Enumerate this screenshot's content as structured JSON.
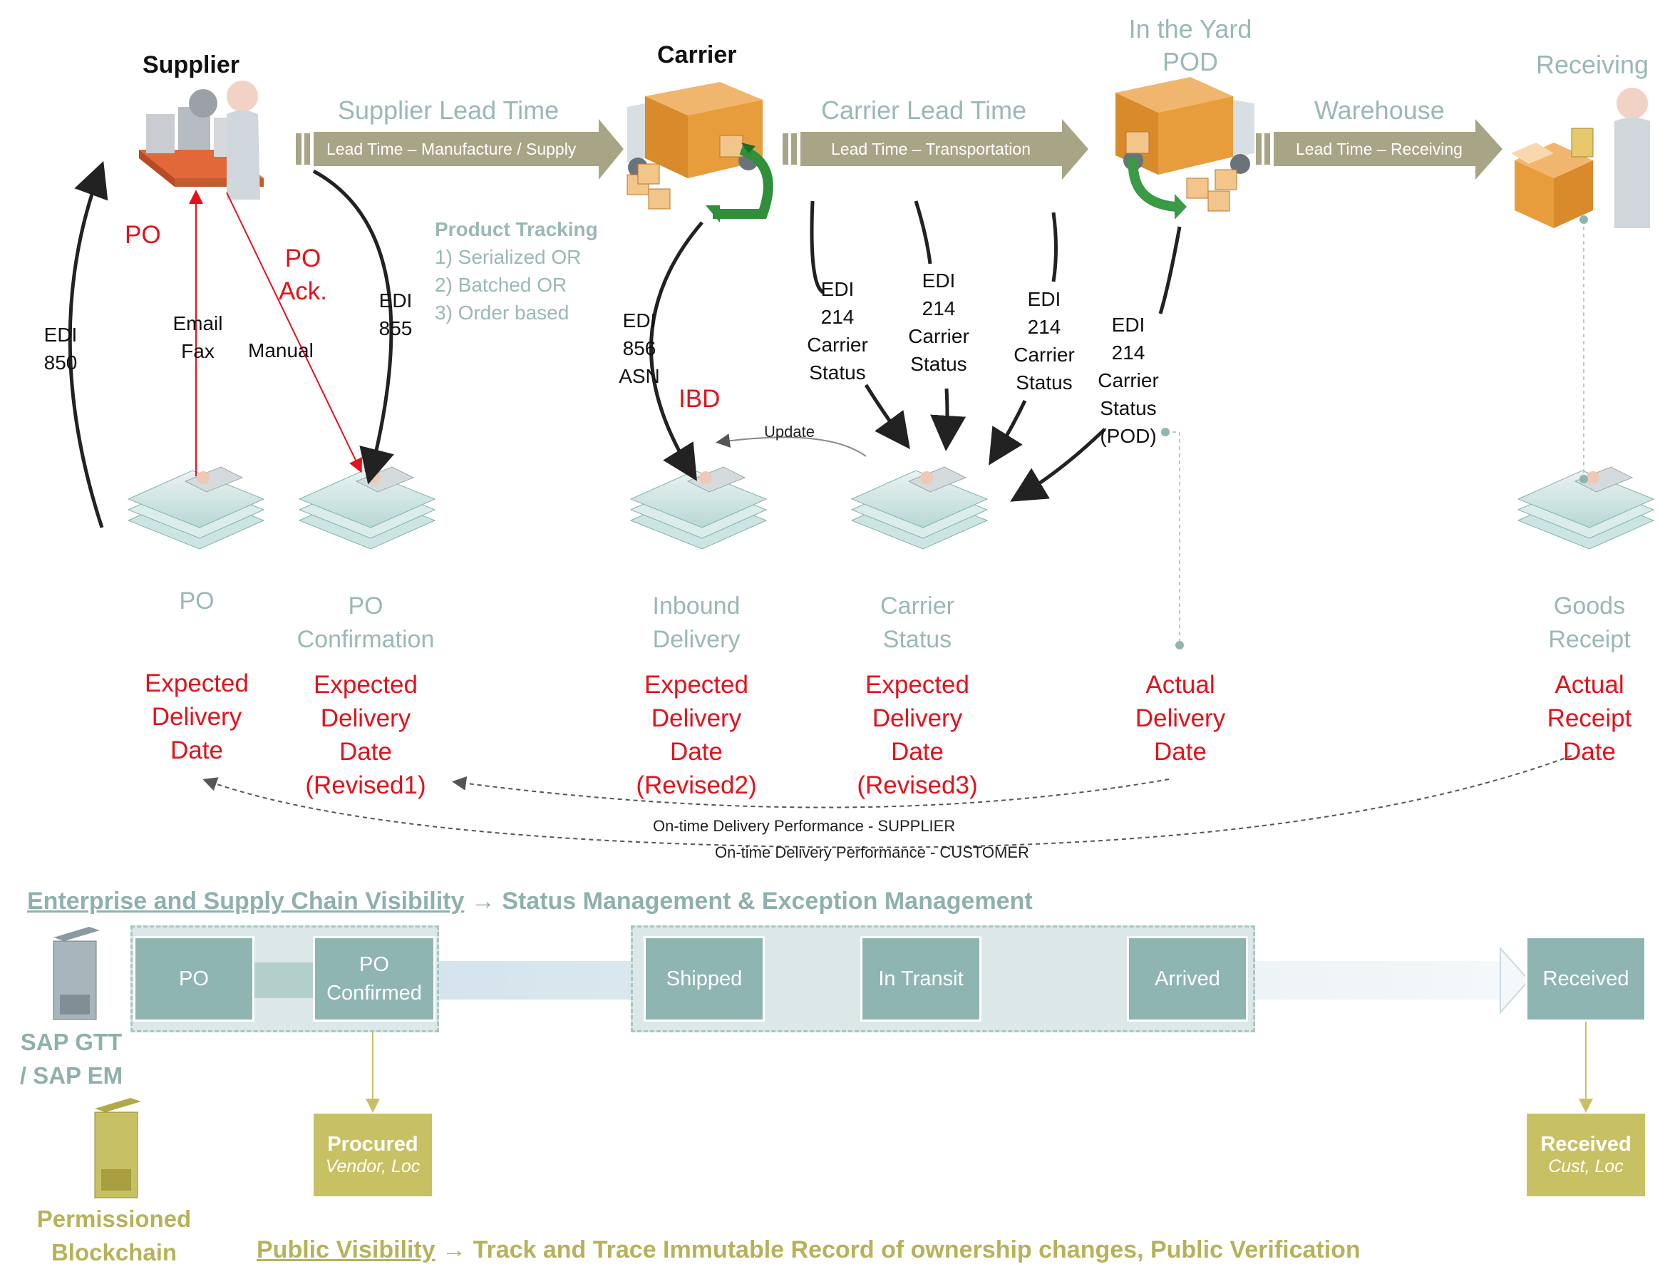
{
  "actors": {
    "supplier": "Supplier",
    "carrier": "Carrier",
    "yard_line1": "In the Yard",
    "yard_line2": "POD",
    "receiving": "Receiving"
  },
  "lead_times": [
    {
      "title": "Supplier Lead Time",
      "band": "Lead Time – Manufacture / Supply"
    },
    {
      "title": "Carrier Lead Time",
      "band": "Lead Time – Transportation"
    },
    {
      "title": "Warehouse",
      "band": "Lead Time – Receiving"
    }
  ],
  "messages": {
    "po": "PO",
    "po_ack_1": "PO",
    "po_ack_2": "Ack.",
    "ibd": "IBD",
    "email": "Email",
    "fax": "Fax",
    "manual": "Manual",
    "edi850": [
      "EDI",
      "850"
    ],
    "edi855": [
      "EDI",
      "855"
    ],
    "edi856": [
      "EDI",
      "856",
      "ASN"
    ],
    "edi214_a": [
      "EDI",
      "214",
      "Carrier",
      "Status"
    ],
    "edi214_b": [
      "EDI",
      "214",
      "Carrier",
      "Status"
    ],
    "edi214_c": [
      "EDI",
      "214",
      "Carrier",
      "Status"
    ],
    "edi214_pod": [
      "EDI",
      "214",
      "Carrier",
      "Status",
      "(POD)"
    ],
    "update": "Update"
  },
  "product_tracking": {
    "title": "Product Tracking",
    "items": [
      "1) Serialized OR",
      "2) Batched OR",
      "3) Order based"
    ]
  },
  "documents": [
    {
      "label": [
        "PO"
      ],
      "date": [
        "Expected",
        "Delivery",
        "Date"
      ]
    },
    {
      "label": [
        "PO",
        "Confirmation"
      ],
      "date": [
        "Expected",
        "Delivery",
        "Date",
        "(Revised1)"
      ]
    },
    {
      "label": [
        "Inbound",
        "Delivery"
      ],
      "date": [
        "Expected",
        "Delivery",
        "Date",
        "(Revised2)"
      ]
    },
    {
      "label": [
        "Carrier",
        "Status"
      ],
      "date": [
        "Expected",
        "Delivery",
        "Date",
        "(Revised3)"
      ]
    },
    {
      "label": [],
      "date": [
        "Actual",
        "Delivery",
        "Date"
      ]
    },
    {
      "label": [
        "Goods",
        "Receipt"
      ],
      "date": [
        "Actual",
        "Receipt",
        "Date"
      ]
    }
  ],
  "performance": {
    "supplier": "On-time Delivery Performance - SUPPLIER",
    "customer": "On-time Delivery Performance - CUSTOMER"
  },
  "visibility": {
    "heading_link": "Enterprise and Supply Chain Visibility",
    "heading_rest": "→ Status Management & Exception Management",
    "system_label": [
      "SAP GTT",
      "/ SAP EM"
    ],
    "statuses": [
      "PO",
      "PO Confirmed",
      "Shipped",
      "In Transit",
      "Arrived",
      "Received"
    ]
  },
  "blockchain": {
    "label": [
      "Permissioned",
      "Blockchain"
    ],
    "records": [
      {
        "title": "Procured",
        "sub": "Vendor, Loc"
      },
      {
        "title": "Received",
        "sub": "Cust, Loc"
      }
    ],
    "heading_link": "Public Visibility",
    "heading_rest": "→ Track and Trace Immutable Record of ownership changes, Public Verification"
  },
  "colors": {
    "teal": "#8fb5b2",
    "teal_text": "#9ab8b6",
    "olive": "#c8c164",
    "red": "#e3121b",
    "band": "#a8a486"
  }
}
